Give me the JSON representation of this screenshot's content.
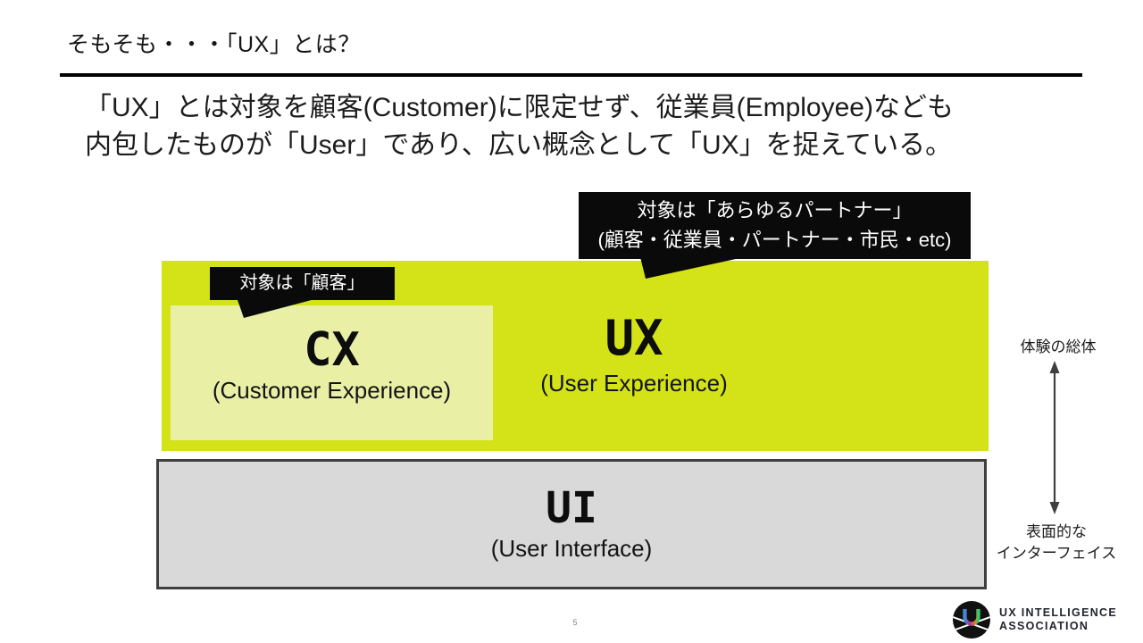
{
  "slide": {
    "title": "そもそも・・・「UX」とは？",
    "body_lines": [
      "「UX」とは対象を顧客(Customer)に限定せず、従業員(Employee)なども",
      "内包したものが「User」であり、広い概念として「UX」を捉えている。"
    ],
    "page_number": "5"
  },
  "diagram": {
    "ux_callout": {
      "line1": "対象は「あらゆるパートナー」",
      "line2": "(顧客・従業員・パートナー・市民・etc)"
    },
    "cx_callout": {
      "label": "対象は「顧客」"
    },
    "cx_box": {
      "abbr": "CX",
      "full": "(Customer Experience)"
    },
    "ux_box": {
      "abbr": "UX",
      "full": "(User Experience)"
    },
    "ui_box": {
      "abbr": "UI",
      "full": "(User Interface)"
    },
    "side_labels": {
      "top": "体験の総体",
      "bottom_line1": "表面的な",
      "bottom_line2": "インターフェイス"
    }
  },
  "logo": {
    "line1": "UX INTELLIGENCE",
    "line2": "ASSOCIATION"
  },
  "colors": {
    "accent_green": "#d3e317",
    "light_yellow": "#e9f0a6",
    "ui_gray": "#d9d9d9",
    "ui_border": "#3f3f3f",
    "callout_black": "#0a0a0a"
  }
}
